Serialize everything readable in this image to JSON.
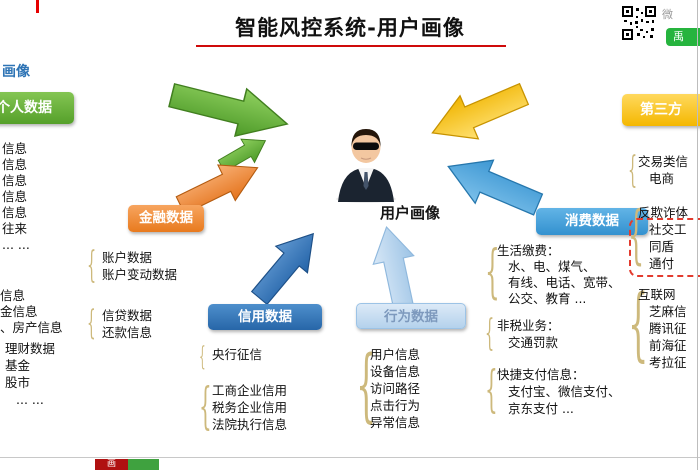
{
  "header": {
    "title": "智能风控系统-用户画像",
    "slide_tab_label": "画像",
    "watermark_label": "微",
    "qr_badge_label": "禹"
  },
  "center_label": "用户画像",
  "personal": {
    "label": "个人数据",
    "items_top": [
      "信息",
      "信息",
      "信息",
      "信息",
      "信息",
      "往来",
      "... ..."
    ],
    "items_mid": [
      "信息",
      "金信息",
      "、房产信息"
    ],
    "items_bottom": [
      "理财数据",
      "基金",
      "股市",
      "... ..."
    ]
  },
  "financial": {
    "label": "金融数据",
    "group1": [
      "账户数据",
      "账户变动数据"
    ],
    "group2": [
      "信贷数据",
      "还款信息"
    ]
  },
  "credit": {
    "label": "信用数据",
    "group1": [
      "央行征信"
    ],
    "group2": [
      "工商企业信用",
      "税务企业信用",
      "法院执行信息"
    ]
  },
  "behavior": {
    "label": "行为数据",
    "items": [
      "用户信息",
      "设备信息",
      "访问路径",
      "点击行为",
      "异常信息"
    ]
  },
  "consumption": {
    "label": "消费数据",
    "group1_title": "生活缴费：",
    "group1": [
      "水、电、煤气、",
      "有线、电话、宽带、",
      "公交、教育 ..."
    ],
    "group2_title": "非税业务：",
    "group2": [
      "交通罚款"
    ],
    "group3_title": "快捷支付信息：",
    "group3": [
      "支付宝、微信支付、",
      "京东支付 ..."
    ]
  },
  "thirdparty": {
    "label": "第三方",
    "group1": [
      "交易类信",
      "电商"
    ],
    "group2": [
      "反欺诈体",
      "社交工",
      "同盾",
      "通付"
    ],
    "group3": [
      "互联网",
      "芝麻信",
      "腾讯征",
      "前海征",
      "考拉征"
    ]
  },
  "footer": {
    "red_chip_label": "画"
  },
  "colors": {
    "personal_green": "#5ca32e",
    "financial_orange": "#ed7d31",
    "credit_blue": "#2e74b5",
    "behavior_lightblue": "#bdd7ee",
    "consumption_blue": "#4199d5",
    "thirdparty_yellow": "#ffc000",
    "accent_red": "#cf0a0a",
    "brace_tan": "#cdb97c"
  }
}
